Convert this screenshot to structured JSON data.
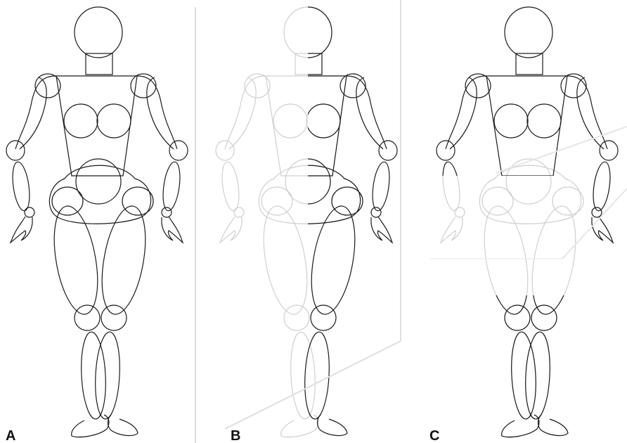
{
  "panels": [
    {
      "label": "A",
      "left_side": "full",
      "right_side": "full",
      "upper": "full",
      "lower": "full"
    },
    {
      "label": "B",
      "left_side": "faint",
      "right_side": "full",
      "upper": "full",
      "lower": "full"
    },
    {
      "label": "C",
      "left_side": "full",
      "right_side": "full",
      "upper": "full",
      "lower": "faint"
    }
  ],
  "colors": {
    "line": "#1a1a1a",
    "faint": "#cfcfcf",
    "mask": "#ffffff",
    "sheet_edge": "#dcdcdc",
    "background": "#ffffff"
  }
}
